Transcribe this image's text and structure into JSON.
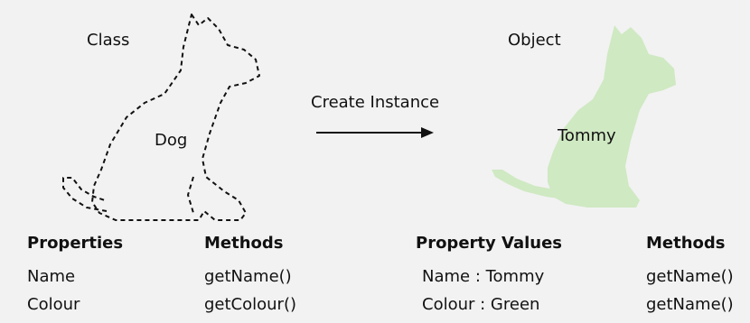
{
  "class_side": {
    "label": "Class",
    "dog_name": "Dog",
    "properties_header": "Properties",
    "methods_header": "Methods",
    "rows": [
      {
        "property": "Name",
        "method": "getName()"
      },
      {
        "property": "Colour",
        "method": "getColour()"
      }
    ]
  },
  "arrow": {
    "label": "Create Instance"
  },
  "object_side": {
    "label": "Object",
    "dog_name": "Tommy",
    "property_values_header": "Property Values",
    "methods_header": "Methods",
    "rows": [
      {
        "value": "Name : Tommy",
        "method": "getName()"
      },
      {
        "value": "Colour : Green",
        "method": "getName()"
      }
    ]
  },
  "colors": {
    "background": "#f2f2f2",
    "dog_fill": "#cfe9c2",
    "outline": "#111111"
  }
}
